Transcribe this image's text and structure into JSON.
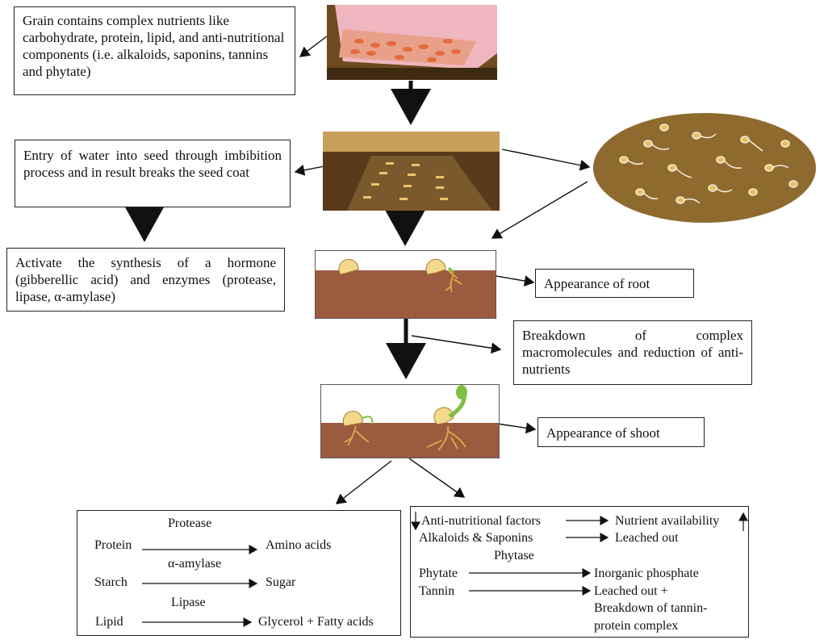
{
  "steps": {
    "grain": "Grain contains complex nutrients like carbohydrate, protein, lipid, and anti-nutritional components (i.e. alkaloids, saponins, tannins and phytate)",
    "water": "Entry of water into seed through imbibition process and in result breaks the seed coat",
    "hormone": "Activate the synthesis of a hormone (gibberellic acid) and enzymes (protease, lipase, α-amylase)",
    "root": "Appearance of root",
    "breakdown": "Breakdown of complex macromolecules and reduction of anti-nutrients",
    "shoot": "Appearance of shoot"
  },
  "enzymes": [
    {
      "enzyme": "Protease",
      "substrate": "Protein",
      "product": "Amino acids"
    },
    {
      "enzyme": "α-amylase",
      "substrate": "Starch",
      "product": "Sugar"
    },
    {
      "enzyme": "Lipase",
      "substrate": "Lipid",
      "product": "Glycerol + Fatty acids"
    }
  ],
  "antinutrients": {
    "header_left": "Anti-nutritional factors",
    "header_right": "Nutrient availability",
    "rows": [
      {
        "left": "Alkaloids & Saponins",
        "right": "Leached out"
      },
      {
        "enzyme": "Phytase"
      },
      {
        "left": "Phytate",
        "right": "Inorganic phosphate"
      },
      {
        "left": "Tannin",
        "right": "Leached out +"
      },
      {
        "right": "Breakdown of tannin-"
      },
      {
        "right": "protein complex"
      }
    ]
  },
  "colors": {
    "soil": "#9c5a3e",
    "seed": "#f2d98c",
    "shoot": "#7cc142",
    "root": "#d8a64a"
  }
}
